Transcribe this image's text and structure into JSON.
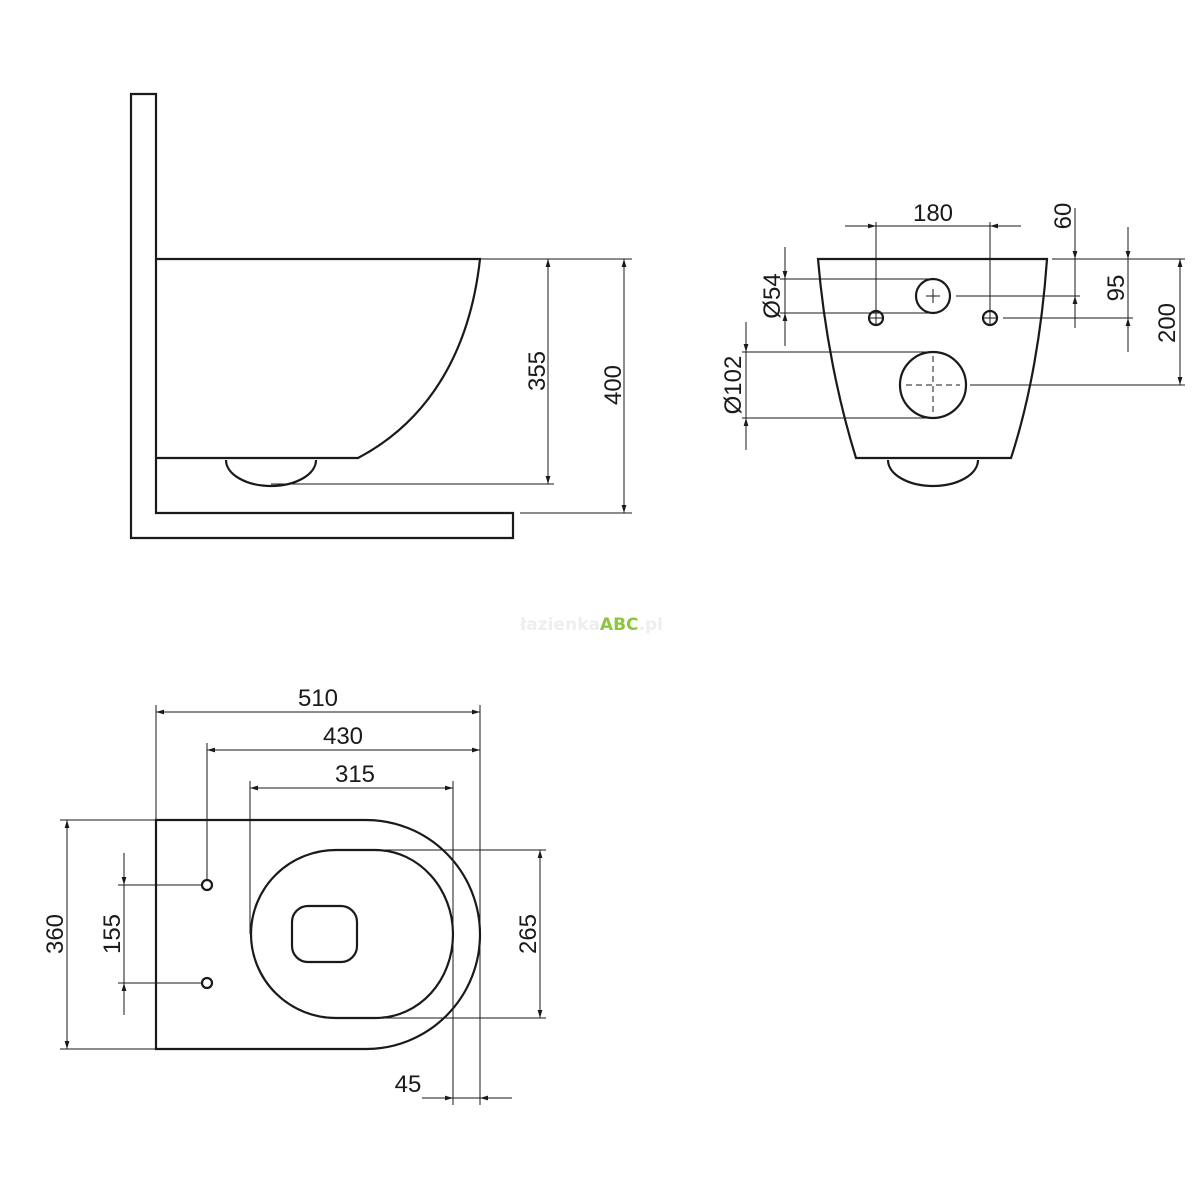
{
  "watermark": {
    "prefix": "łazienka",
    "brand": "ABC",
    "suffix": ".pl",
    "brand_color": "#8cc63f",
    "text_color": "#eeeeee"
  },
  "side_view": {
    "dims": {
      "bowl_height": "355",
      "total_height": "400"
    }
  },
  "back_view": {
    "dims": {
      "hole_spacing": "180",
      "top_offset": "60",
      "hole_height": "95",
      "outlet_height": "200",
      "inlet_diameter": "Ø54",
      "outlet_diameter": "Ø102"
    }
  },
  "top_view": {
    "dims": {
      "length": "510",
      "hole_to_front": "430",
      "seat_length": "315",
      "width": "360",
      "hole_spacing": "155",
      "seat_width": "265",
      "rim": "45"
    }
  }
}
